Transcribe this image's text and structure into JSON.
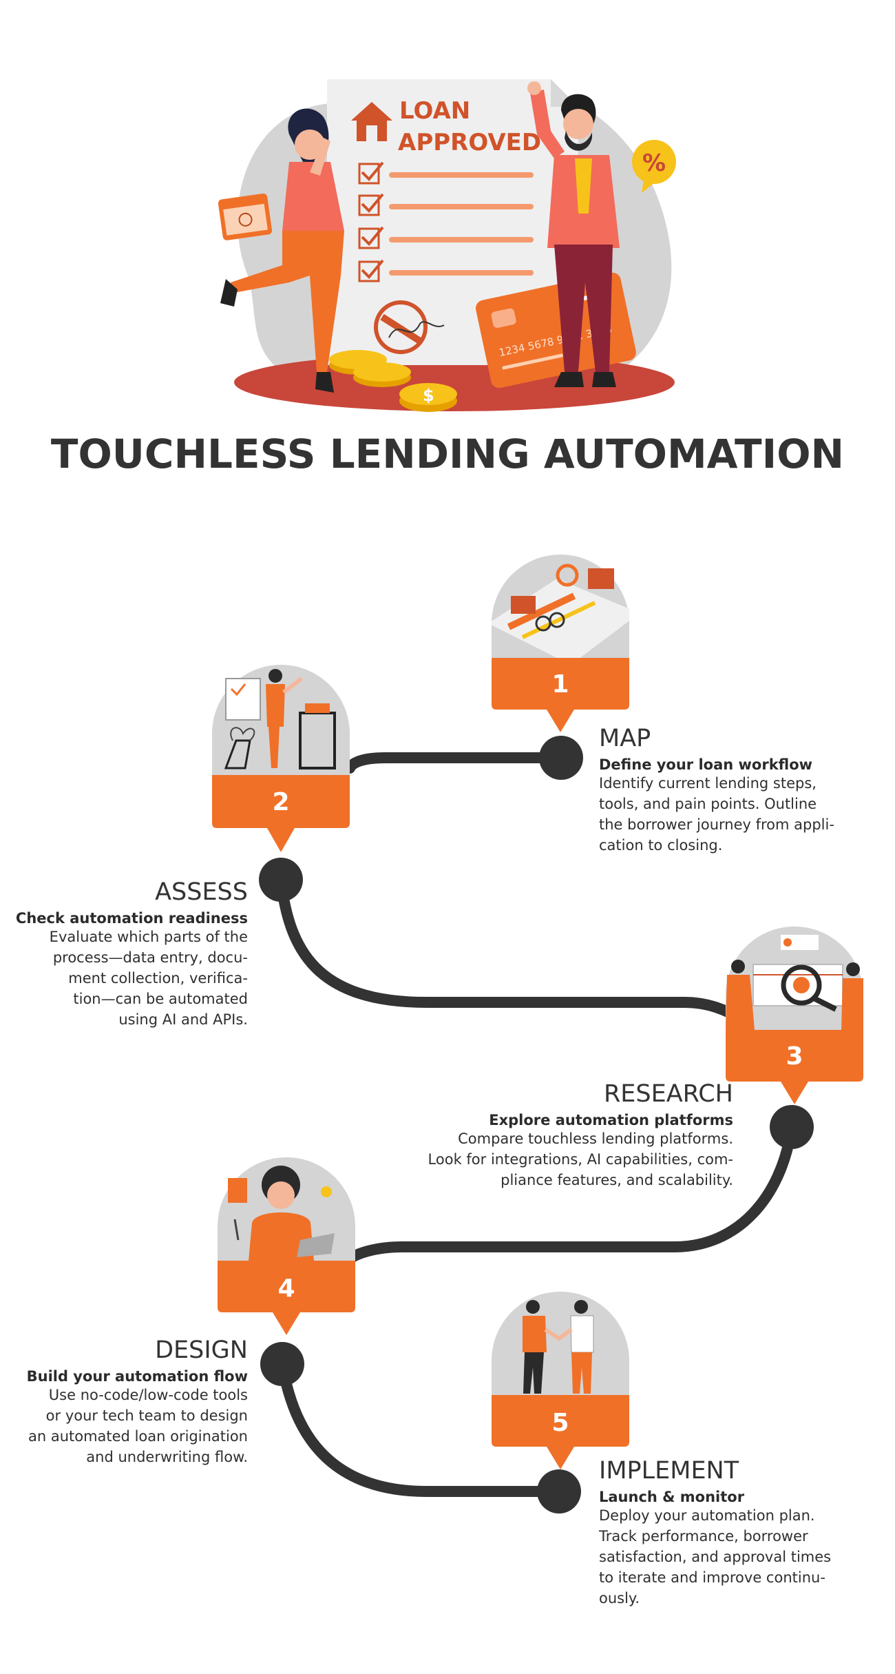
{
  "title": "TOUCHLESS LENDING AUTOMATION",
  "hero": {
    "doc_line1": "LOAN",
    "doc_line2": "APPROVED",
    "card_number": "1234 5678 9012 3456",
    "percent": "%",
    "coin": "$"
  },
  "steps": [
    {
      "number": "1",
      "title": "MAP",
      "subtitle": "Define your loan workflow",
      "body": "Identify current lending steps,\ntools, and pain points. Outline\nthe borrower journey from appli-\ncation to closing."
    },
    {
      "number": "2",
      "title": "ASSESS",
      "subtitle": "Check automation readiness",
      "body": "Evaluate which parts of the\nprocess—data entry, docu-\nment collection, verifica-\ntion—can be automated\nusing AI and APIs."
    },
    {
      "number": "3",
      "title": "RESEARCH",
      "subtitle": "Explore automation platforms",
      "body": "Compare touchless lending platforms.\nLook for integrations, AI capabilities, com-\npliance features, and scalability."
    },
    {
      "number": "4",
      "title": "DESIGN",
      "subtitle": "Build your automation flow",
      "body": "Use no-code/low-code tools\nor your tech team to design\nan automated loan origination\nand underwriting flow."
    },
    {
      "number": "5",
      "title": "IMPLEMENT",
      "subtitle": "Launch & monitor",
      "body": "Deploy your automation plan.\nTrack performance, borrower\nsatisfaction, and approval times\nto iterate and improve continu-\nously."
    }
  ],
  "colors": {
    "accent": "#f07028",
    "dark": "#333333",
    "gray": "#d4d4d4",
    "pink": "#f26b5b"
  }
}
